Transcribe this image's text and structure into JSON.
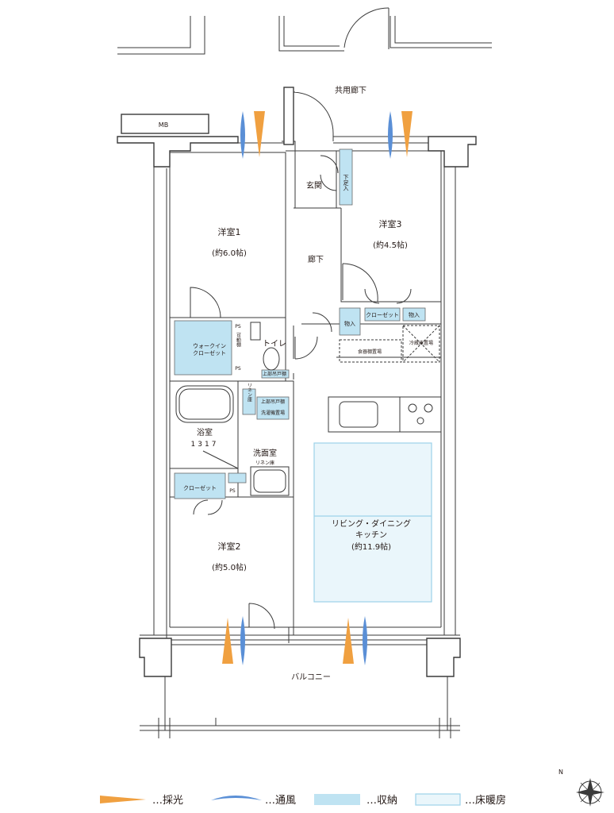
{
  "rooms": {
    "common_corridor": "共用廊下",
    "mb": "MB",
    "entrance": "玄関",
    "shoe_box": "下足入",
    "western1": {
      "name": "洋室1",
      "size": "(約6.0帖)"
    },
    "western3": {
      "name": "洋室3",
      "size": "(約4.5帖)"
    },
    "hallway": "廊下",
    "storage": "物入",
    "closet": "クローゼット",
    "storage2": "物入",
    "dishwasher": "食器棚置場",
    "fridge": "冷蔵庫置場",
    "ps1": "PS",
    "ps2": "PS",
    "ps3": "PS",
    "walkin": "ウォークイン\nクローゼット",
    "movable_shelf": "可動棚",
    "toilet": "トイレ",
    "upper_cabinet": "上部吊戸棚",
    "linen_cabinet": "リネン庫",
    "upper_cabinet2": "上部吊戸棚",
    "laundry": "洗濯機置場",
    "bath": {
      "name": "浴室",
      "size": "1317"
    },
    "washroom": "洗面室",
    "linen2": "リネン庫",
    "closet2": "クローゼット",
    "western2": {
      "name": "洋室2",
      "size": "(約5.0帖)"
    },
    "ldk": {
      "name1": "リビング・ダイニング",
      "name2": "キッチン",
      "size": "(約11.9帖)"
    },
    "balcony": "バルコニー"
  },
  "legend": {
    "light": "…採光",
    "wind": "…通風",
    "storage": "…収納",
    "floor_heating": "…床暖房"
  },
  "compass": {
    "north_label": "N"
  },
  "colors": {
    "light_arrow": "#f0a040",
    "wind_arrow": "#5a8fd6",
    "storage": "#bfe3f2",
    "floor_heating": "#eaf6fb"
  }
}
